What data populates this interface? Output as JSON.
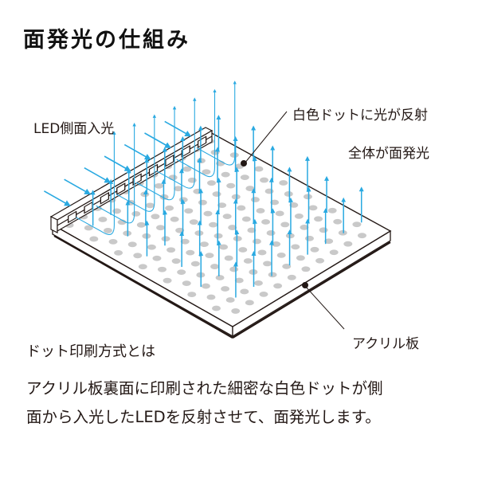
{
  "title": "面発光の仕組み",
  "diagram": {
    "labels": {
      "led_side_entry": "LED側面入光",
      "dot_reflect": "白色ドットに光が反射",
      "whole_surface": "全体が面発光",
      "acrylic_plate": "アクリル板"
    },
    "colors": {
      "arrow": "#29a9e1",
      "dot": "#c9c9c9",
      "outline": "#231815"
    }
  },
  "section": {
    "heading": "ドット印刷方式とは",
    "body_lines": [
      "アクリル板裏面に印刷された細密な白色ドットが側",
      "面から入光したLEDを反射させて、面発光します。"
    ]
  }
}
